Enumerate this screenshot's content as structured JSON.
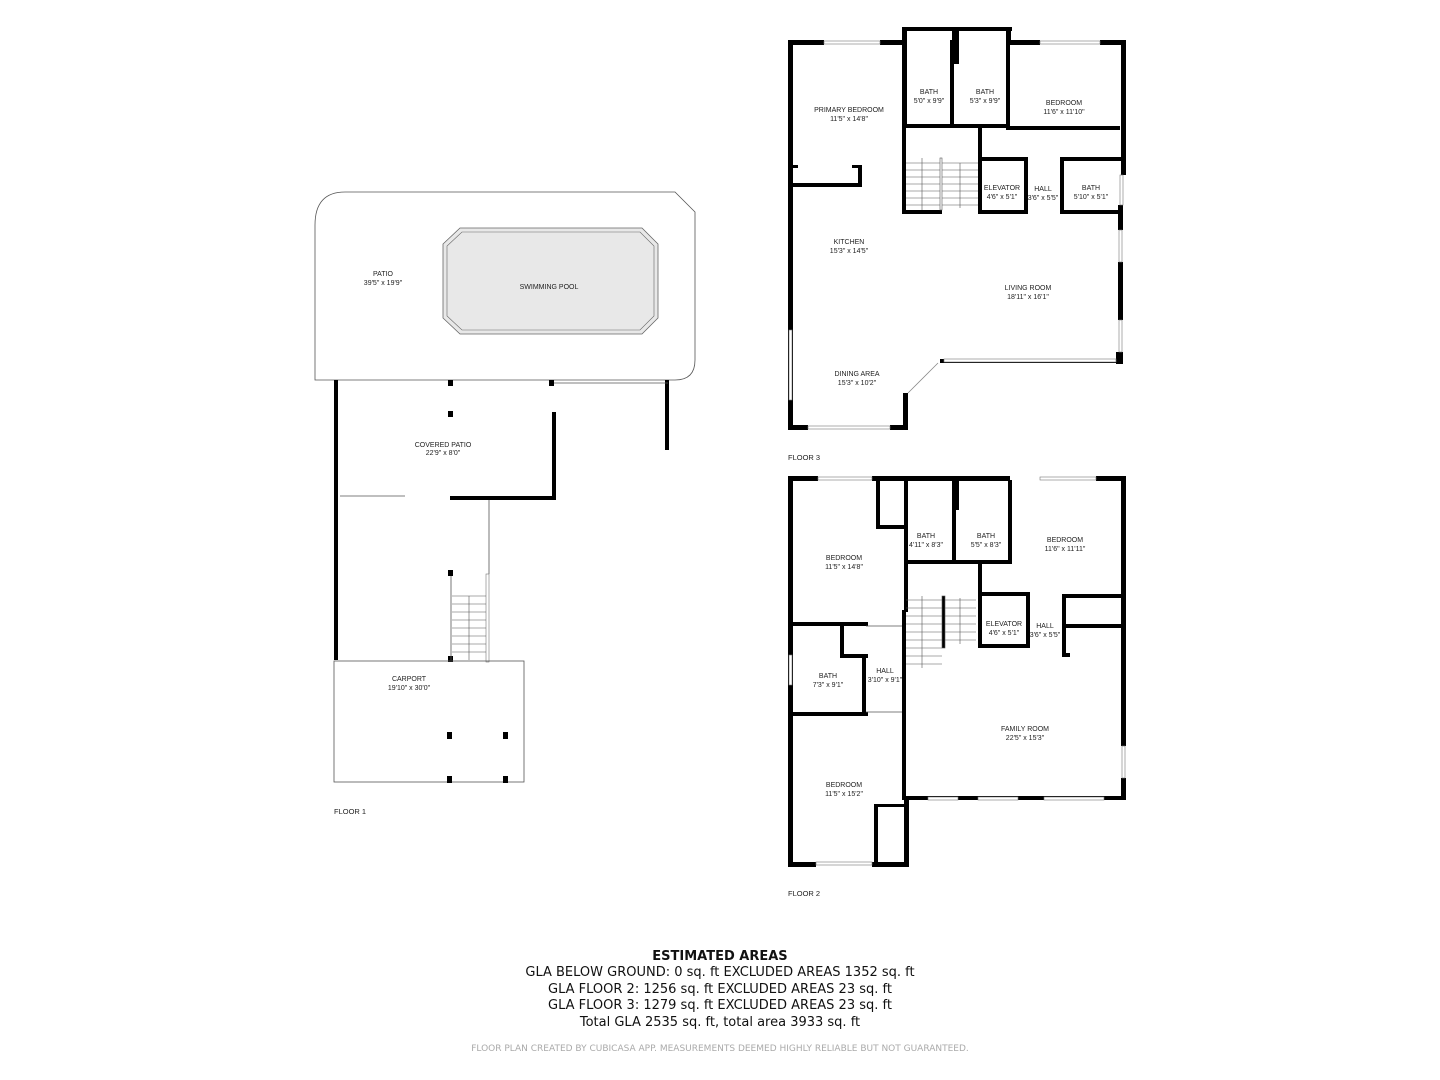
{
  "floors": {
    "floor1": {
      "label": "FLOOR 1",
      "rooms": [
        {
          "name": "PATIO",
          "dims": "39'5\" x 19'9\""
        },
        {
          "name": "SWIMMING POOL",
          "dims": ""
        },
        {
          "name": "COVERED PATIO",
          "dims": "22'9\" x 8'0\""
        },
        {
          "name": "CARPORT",
          "dims": "19'10\" x 30'0\""
        }
      ]
    },
    "floor3": {
      "label": "FLOOR 3",
      "rooms": [
        {
          "name": "PRIMARY BEDROOM",
          "dims": "11'5\" x 14'8\""
        },
        {
          "name": "BATH",
          "dims": "5'0\" x 9'9\""
        },
        {
          "name": "BATH",
          "dims": "5'3\" x 9'9\""
        },
        {
          "name": "BEDROOM",
          "dims": "11'6\" x 11'10\""
        },
        {
          "name": "ELEVATOR",
          "dims": "4'6\" x 5'1\""
        },
        {
          "name": "HALL",
          "dims": "3'6\" x 5'5\""
        },
        {
          "name": "BATH",
          "dims": "5'10\" x 5'1\""
        },
        {
          "name": "KITCHEN",
          "dims": "15'3\" x 14'5\""
        },
        {
          "name": "LIVING ROOM",
          "dims": "18'11\" x 16'1\""
        },
        {
          "name": "DINING AREA",
          "dims": "15'3\" x 10'2\""
        }
      ]
    },
    "floor2": {
      "label": "FLOOR 2",
      "rooms": [
        {
          "name": "BEDROOM",
          "dims": "11'5\" x 14'8\""
        },
        {
          "name": "BATH",
          "dims": "4'11\" x 8'3\""
        },
        {
          "name": "BATH",
          "dims": "5'5\" x 8'3\""
        },
        {
          "name": "BEDROOM",
          "dims": "11'6\" x 11'11\""
        },
        {
          "name": "ELEVATOR",
          "dims": "4'6\" x 5'1\""
        },
        {
          "name": "HALL",
          "dims": "3'6\" x 5'5\""
        },
        {
          "name": "BATH",
          "dims": "7'3\" x 9'1\""
        },
        {
          "name": "HALL",
          "dims": "3'10\" x 9'1\""
        },
        {
          "name": "FAMILY ROOM",
          "dims": "22'5\" x 15'3\""
        },
        {
          "name": "BEDROOM",
          "dims": "11'5\" x 15'2\""
        }
      ]
    }
  },
  "estimated_areas": {
    "title": "ESTIMATED AREAS",
    "lines": [
      "GLA BELOW GROUND: 0 sq. ft EXCLUDED AREAS 1352 sq. ft",
      "GLA FLOOR 2: 1256 sq. ft EXCLUDED AREAS 23 sq. ft",
      "GLA FLOOR 3: 1279 sq. ft EXCLUDED AREAS 23 sq. ft",
      "Total GLA 2535 sq. ft, total area 3933 sq. ft"
    ]
  },
  "disclaimer": "FLOOR PLAN CREATED BY CUBICASA APP. MEASUREMENTS DEEMED HIGHLY RELIABLE BUT NOT GUARANTEED.",
  "colors": {
    "wall": "#000000",
    "pool_fill": "#e8e8e8",
    "disclaimer": "#aaaaaa"
  }
}
